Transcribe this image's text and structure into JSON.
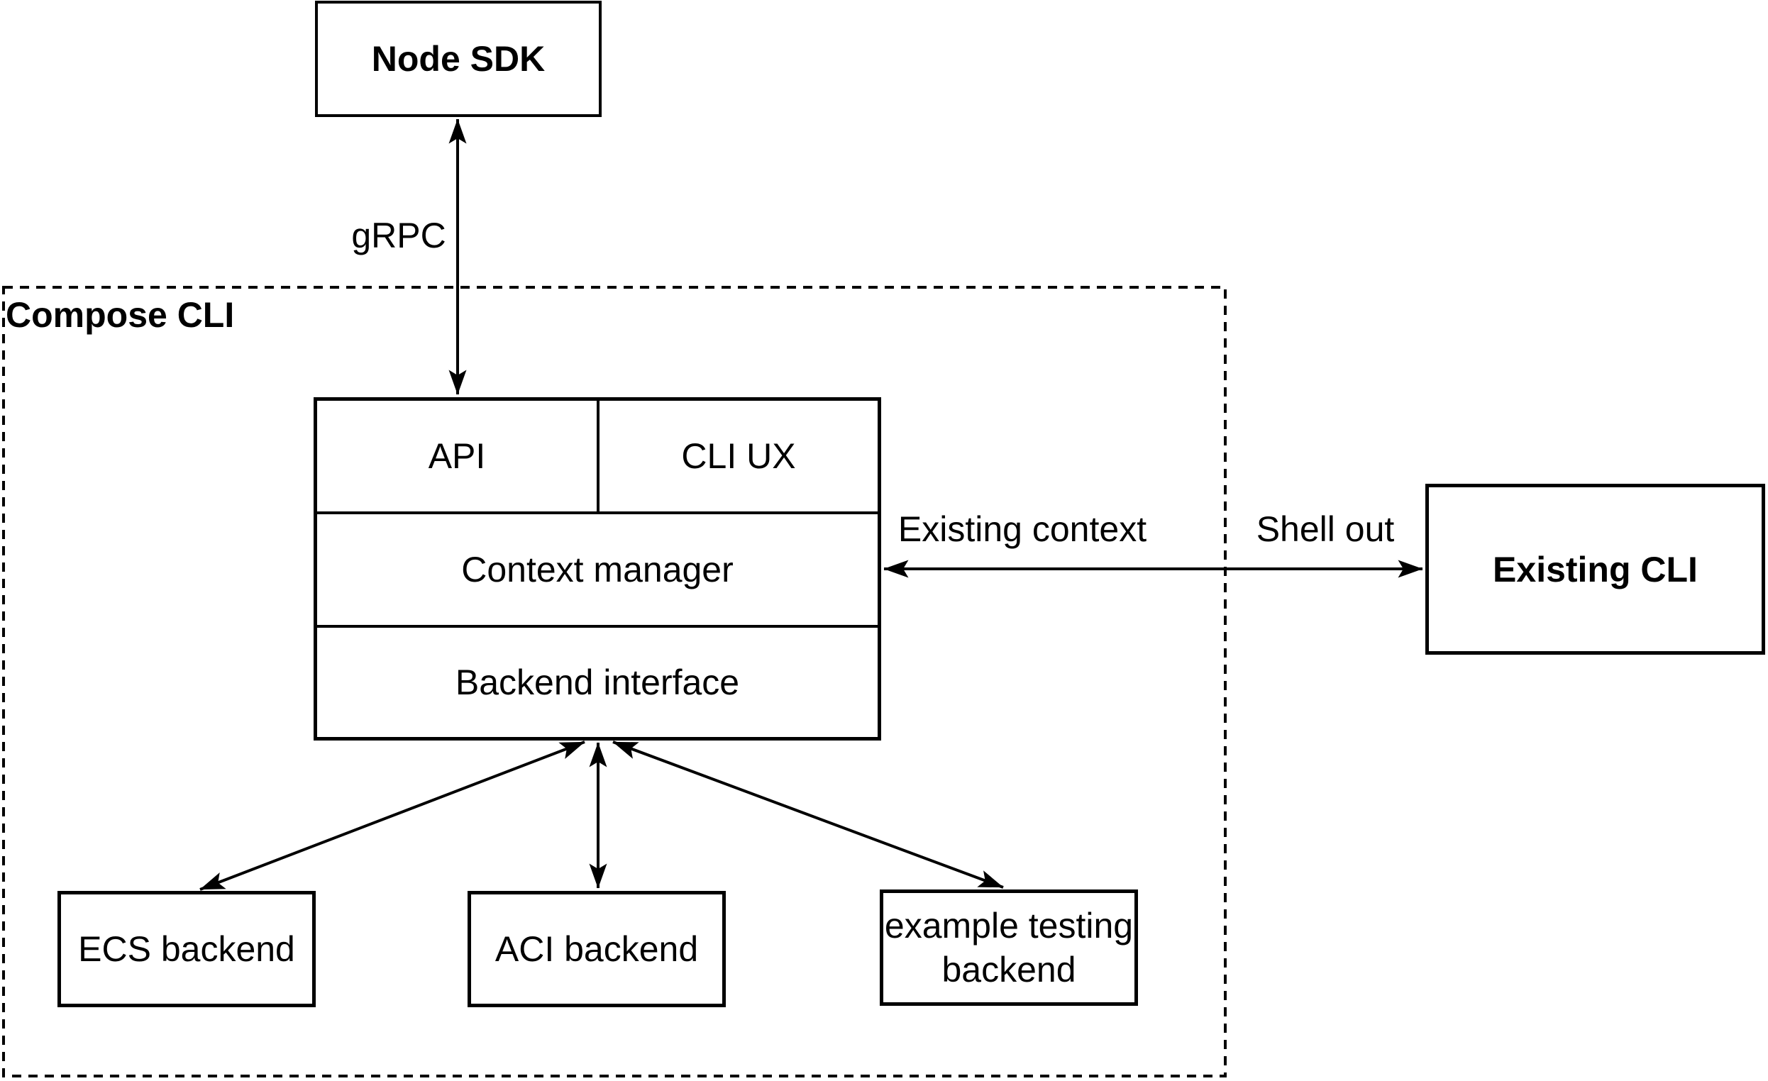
{
  "container": {
    "label": "Compose CLI"
  },
  "nodes": {
    "node_sdk": {
      "label": "Node SDK"
    },
    "api": {
      "label": "API"
    },
    "cli_ux": {
      "label": "CLI UX"
    },
    "context_manager": {
      "label": "Context manager"
    },
    "backend_interface": {
      "label": "Backend interface"
    },
    "existing_cli": {
      "label": "Existing CLI"
    },
    "ecs_backend": {
      "label": "ECS backend"
    },
    "aci_backend": {
      "label": "ACI backend"
    },
    "example_testing_backend": {
      "label": "example testing backend",
      "lines": [
        "example testing",
        "backend"
      ]
    }
  },
  "edges": {
    "grpc": {
      "label": "gRPC"
    },
    "existing_context": {
      "label": "Existing context"
    },
    "shell_out": {
      "label": "Shell out"
    }
  },
  "colors": {
    "background": "#ffffff",
    "line": "#000000",
    "text": "#000000",
    "box_fill": "#ffffff"
  }
}
